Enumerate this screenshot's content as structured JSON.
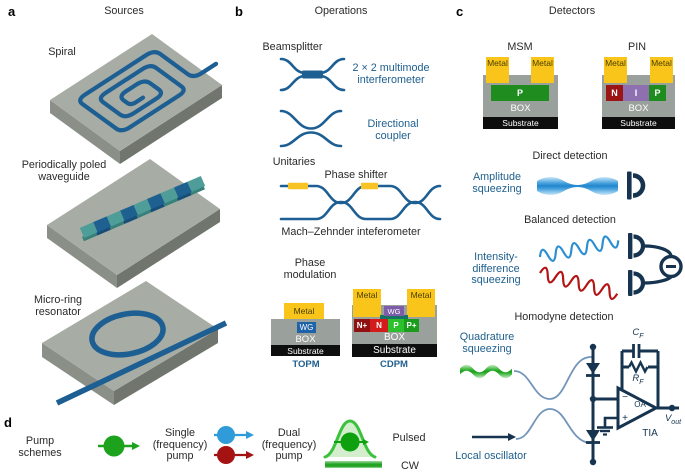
{
  "colors": {
    "waveguide_blue": "#1d5f92",
    "label_blue": "#20608f",
    "detector_navy": "#16344f",
    "metal_yellow": "#f9c51a",
    "chip_gray": "#a7aca5",
    "pump_green": "#1ca21c",
    "pump_blue": "#2f9bd8",
    "pump_red": "#a51212",
    "squeeze_blue": "#2f93d6",
    "squeeze_green": "#22a822"
  },
  "icons": {
    "photodiode": "D-shape",
    "subtraction_node": "circled minus",
    "pump": "circle with arrow"
  },
  "a": {
    "letter": "a",
    "title": "Sources",
    "items": [
      {
        "label": "Spiral"
      },
      {
        "label": "Periodically poled waveguide"
      },
      {
        "label": "Micro-ring resonator"
      }
    ]
  },
  "b": {
    "letter": "b",
    "title": "Operations",
    "beamsplitter": "Beamsplitter",
    "mmi": "2 × 2 multimode interferometer",
    "dc": "Directional coupler",
    "unitaries": "Unitaries",
    "phase_shifter": "Phase shifter",
    "mzi": "Mach–Zehnder inteferometer",
    "phase_mod": "Phase modulation",
    "topm": {
      "metal": "Metal",
      "wg": "WG",
      "box": "BOX",
      "substrate": "Substrate",
      "name": "TOPM"
    },
    "cdpm": {
      "metal": "Metal",
      "wg": "WG",
      "np": "N+",
      "n": "N",
      "p": "P",
      "pp": "P+",
      "box": "BOX",
      "substrate": "Substrate",
      "name": "CDPM"
    }
  },
  "c": {
    "letter": "c",
    "title": "Detectors",
    "msm": {
      "name": "MSM",
      "metal": "Metal",
      "p": "P",
      "box": "BOX",
      "substrate": "Substrate"
    },
    "pin": {
      "name": "PIN",
      "metal": "Metal",
      "n": "N",
      "i": "I",
      "p": "P",
      "box": "BOX",
      "substrate": "Substrate"
    },
    "direct": {
      "heading": "Direct detection",
      "label": "Amplitude squeezing"
    },
    "balanced": {
      "heading": "Balanced detection",
      "label": "Intensity-difference squeezing",
      "minus": "−"
    },
    "homodyne": {
      "heading": "Homodyne detection",
      "label": "Quadrature squeezing",
      "lo": "Local oscillator",
      "cf": "C",
      "cf_sub": "F",
      "rf": "R",
      "rf_sub": "F",
      "oa": "OA",
      "tia": "TIA",
      "vout": "V",
      "vout_sub": "out",
      "minus": "−",
      "plus": "+"
    }
  },
  "d": {
    "letter": "d",
    "heading": "Pump schemes",
    "single": "Single (frequency) pump",
    "dual": "Dual (frequency) pump",
    "pulsed": "Pulsed",
    "cw": "CW"
  }
}
